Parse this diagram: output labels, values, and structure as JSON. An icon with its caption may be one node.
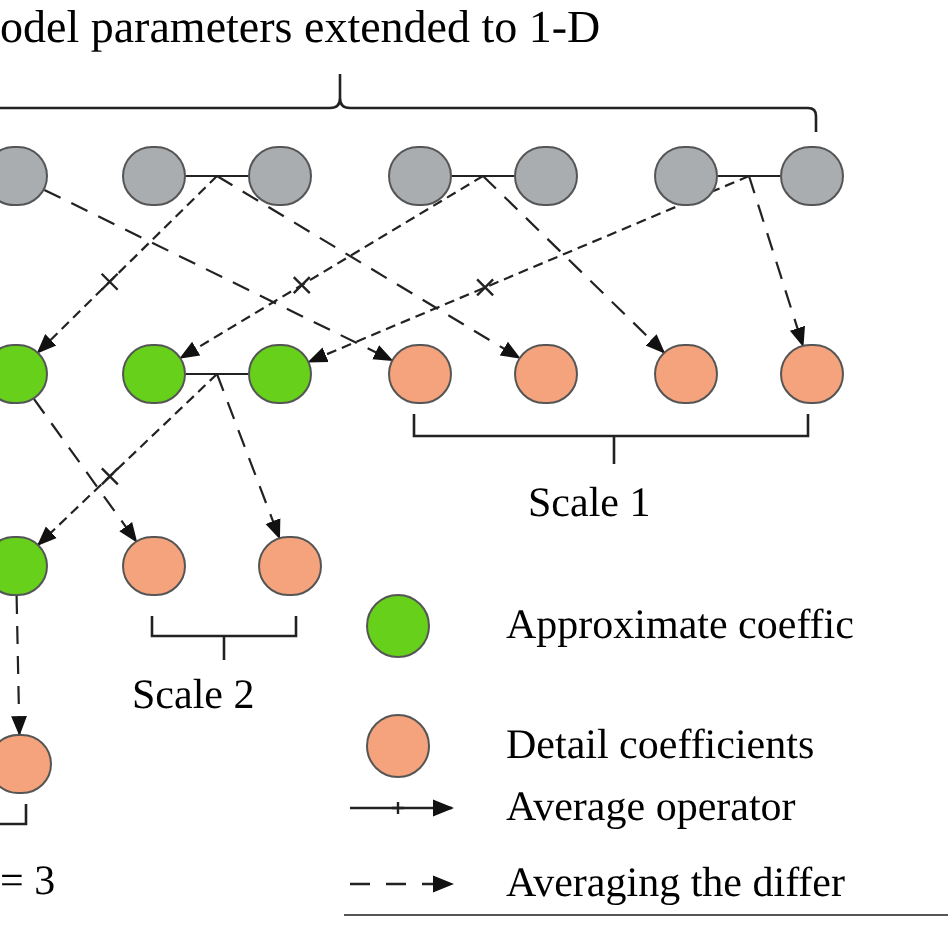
{
  "diagram": {
    "nodes": [
      {
        "text": [],
        "shape": "circle"
      },
      {
        "text": [],
        "shape": "circle"
      },
      {
        "text": [],
        "shape": "circle"
      },
      {
        "text": [],
        "shape": "circle"
      },
      {
        "text": [],
        "shape": "circle"
      },
      {
        "text": [],
        "shape": "circle"
      },
      {
        "text": [],
        "shape": "circle"
      },
      {
        "text": [],
        "shape": "circle"
      },
      {
        "text": [],
        "shape": "circle"
      },
      {
        "text": [],
        "shape": "circle"
      },
      {
        "text": [],
        "shape": "circle"
      },
      {
        "text": [],
        "shape": "circle"
      },
      {
        "text": [],
        "shape": "circle"
      },
      {
        "text": [],
        "shape": "circle"
      },
      {
        "text": [],
        "shape": "circle"
      },
      {
        "text": [],
        "shape": "circle"
      },
      {
        "text": [],
        "shape": "circle"
      },
      {
        "text": [],
        "shape": "circle"
      }
    ],
    "edges": [
      {
        "from": 1,
        "to": 2,
        "arrow": "none"
      },
      {
        "from": 3,
        "to": 4,
        "arrow": "none"
      },
      {
        "from": 5,
        "to": 6,
        "arrow": "none"
      },
      {
        "from": 1,
        "to": 7,
        "arrow": "to",
        "style": "dashed"
      },
      {
        "from": 2,
        "to": 7,
        "arrow": "to",
        "style": "dashed"
      },
      {
        "from": 1,
        "to": 11,
        "arrow": "to",
        "style": "dashed"
      },
      {
        "from": 2,
        "to": 11,
        "arrow": "to",
        "style": "dashed"
      },
      {
        "from": 3,
        "to": 8,
        "arrow": "to",
        "style": "dashed"
      },
      {
        "from": 4,
        "to": 8,
        "arrow": "to",
        "style": "dashed"
      },
      {
        "from": 3,
        "to": 12,
        "arrow": "to",
        "style": "dashed"
      },
      {
        "from": 4,
        "to": 12,
        "arrow": "to",
        "style": "dashed"
      },
      {
        "from": 5,
        "to": 9,
        "arrow": "to",
        "style": "dashed"
      },
      {
        "from": 6,
        "to": 9,
        "arrow": "to",
        "style": "dashed"
      },
      {
        "from": 5,
        "to": 13,
        "arrow": "to",
        "style": "dashed"
      },
      {
        "from": 6,
        "to": 13,
        "arrow": "to",
        "style": "dashed"
      },
      {
        "from": 0,
        "to": 10,
        "arrow": "to",
        "style": "dashed"
      },
      {
        "from": 8,
        "to": 9,
        "arrow": "none"
      },
      {
        "from": 8,
        "to": 14,
        "arrow": "to",
        "style": "dashed"
      },
      {
        "from": 9,
        "to": 14,
        "arrow": "to",
        "style": "dashed"
      },
      {
        "from": 8,
        "to": 16,
        "arrow": "to",
        "style": "dashed"
      },
      {
        "from": 9,
        "to": 16,
        "arrow": "to",
        "style": "dashed"
      },
      {
        "from": 7,
        "to": 15,
        "arrow": "to",
        "style": "dashed"
      },
      {
        "from": 14,
        "to": 17,
        "arrow": "to",
        "style": "dashed"
      }
    ],
    "labels": [
      "odel parameters extended to 1-D",
      "Scale 1",
      "Scale 2",
      "= 3"
    ],
    "legend": [
      {
        "text": "Approximate coeffic",
        "color": "#66d01a"
      },
      {
        "text": "Detail coefficients",
        "color": "#f4a37c"
      },
      {
        "text": "Average operator"
      },
      {
        "text": "Averaging the differ"
      }
    ]
  }
}
